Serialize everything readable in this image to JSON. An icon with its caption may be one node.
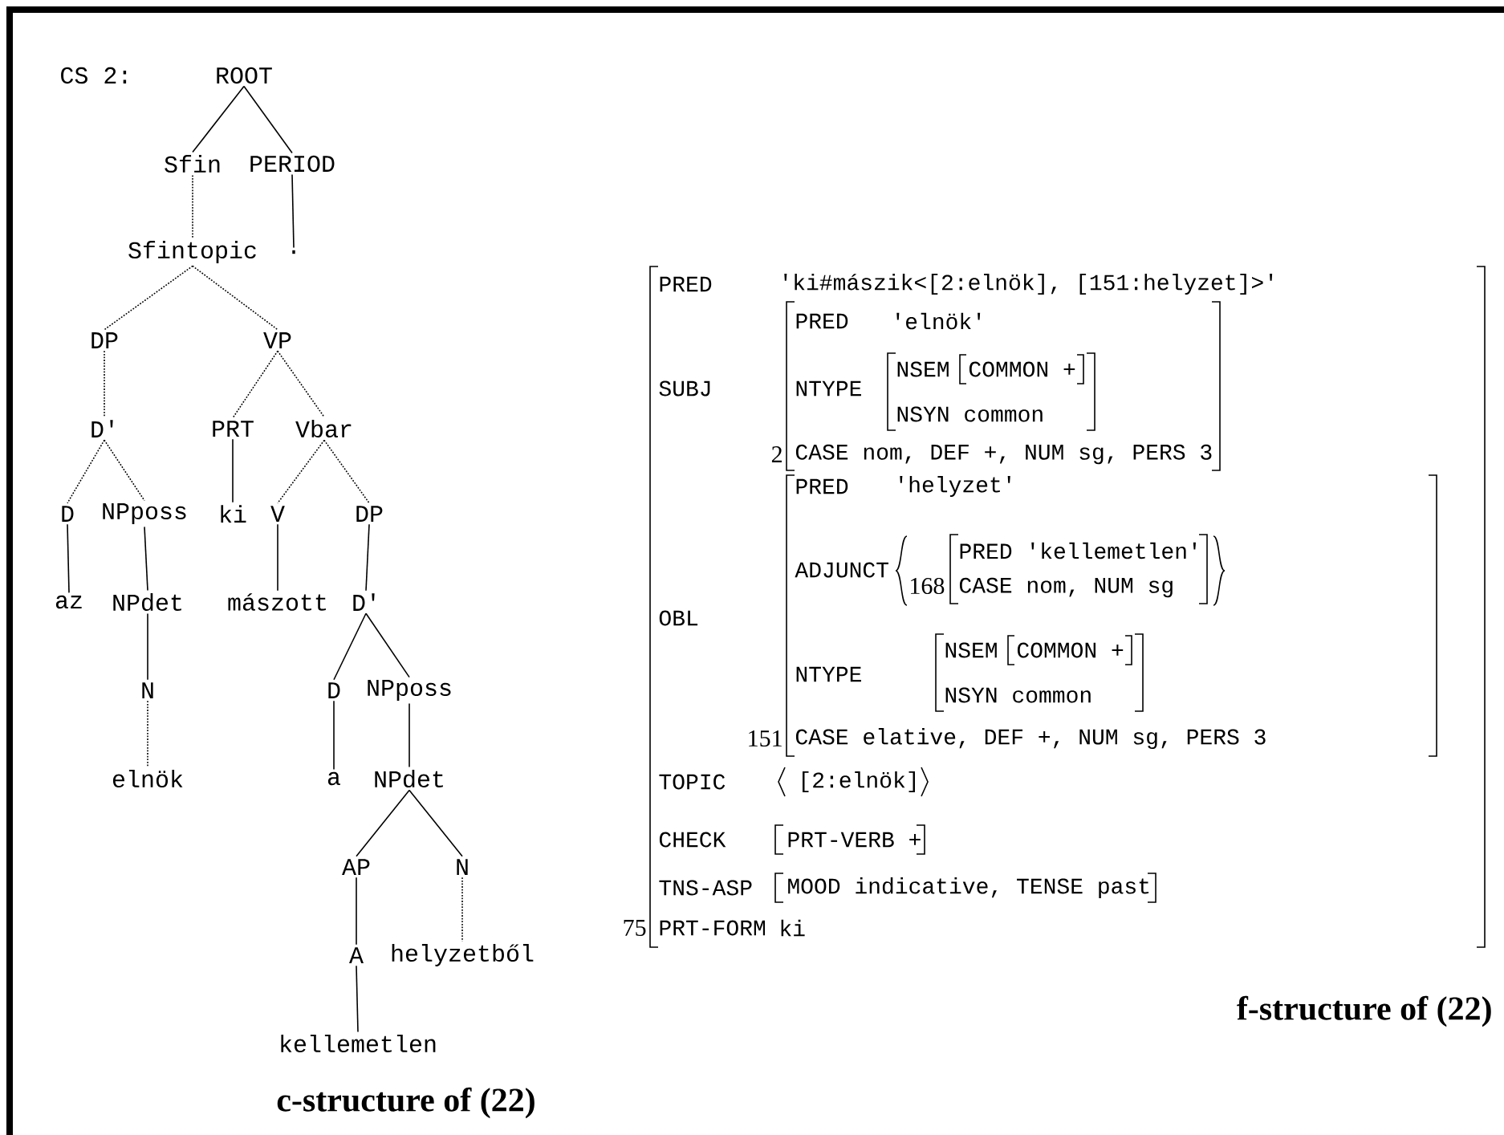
{
  "diagram": {
    "nodes": [
      {
        "text": [
          "ROOT"
        ]
      },
      {
        "text": [
          "Sfin"
        ]
      },
      {
        "text": [
          "PERIOD"
        ]
      },
      {
        "text": [
          "Sfintopic"
        ]
      },
      {
        "text": [
          "."
        ]
      },
      {
        "text": [
          "DP"
        ]
      },
      {
        "text": [
          "VP"
        ]
      },
      {
        "text": [
          "D'"
        ]
      },
      {
        "text": [
          "PRT"
        ]
      },
      {
        "text": [
          "Vbar"
        ]
      },
      {
        "text": [
          "D"
        ]
      },
      {
        "text": [
          "NPposs"
        ]
      },
      {
        "text": [
          "ki"
        ]
      },
      {
        "text": [
          "V"
        ]
      },
      {
        "text": [
          "DP"
        ]
      },
      {
        "text": [
          "az"
        ]
      },
      {
        "text": [
          "NPdet"
        ]
      },
      {
        "text": [
          "mászott"
        ]
      },
      {
        "text": [
          "D'"
        ]
      },
      {
        "text": [
          "N"
        ]
      },
      {
        "text": [
          "D"
        ]
      },
      {
        "text": [
          "NPposs"
        ]
      },
      {
        "text": [
          "elnök"
        ]
      },
      {
        "text": [
          "a"
        ]
      },
      {
        "text": [
          "NPdet"
        ]
      },
      {
        "text": [
          "AP"
        ]
      },
      {
        "text": [
          "N"
        ]
      },
      {
        "text": [
          "A"
        ]
      },
      {
        "text": [
          "helyzetből"
        ]
      },
      {
        "text": [
          "kellemetlen"
        ]
      }
    ],
    "edges": [
      {
        "from": 0,
        "to": 1,
        "arrow": "none"
      },
      {
        "from": 0,
        "to": 2,
        "arrow": "none"
      },
      {
        "from": 1,
        "to": 3,
        "arrow": "none",
        "style": "dashed"
      },
      {
        "from": 2,
        "to": 4,
        "arrow": "none"
      },
      {
        "from": 3,
        "to": 5,
        "arrow": "none",
        "style": "dashed"
      },
      {
        "from": 3,
        "to": 6,
        "arrow": "none",
        "style": "dashed"
      },
      {
        "from": 5,
        "to": 7,
        "arrow": "none",
        "style": "dashed"
      },
      {
        "from": 6,
        "to": 8,
        "arrow": "none",
        "style": "dashed"
      },
      {
        "from": 6,
        "to": 9,
        "arrow": "none",
        "style": "dashed"
      },
      {
        "from": 7,
        "to": 10,
        "arrow": "none",
        "style": "dashed"
      },
      {
        "from": 7,
        "to": 11,
        "arrow": "none",
        "style": "dashed"
      },
      {
        "from": 8,
        "to": 12,
        "arrow": "none"
      },
      {
        "from": 9,
        "to": 13,
        "arrow": "none",
        "style": "dashed"
      },
      {
        "from": 9,
        "to": 14,
        "arrow": "none",
        "style": "dashed"
      },
      {
        "from": 10,
        "to": 15,
        "arrow": "none"
      },
      {
        "from": 11,
        "to": 16,
        "arrow": "none"
      },
      {
        "from": 13,
        "to": 17,
        "arrow": "none"
      },
      {
        "from": 14,
        "to": 18,
        "arrow": "none"
      },
      {
        "from": 16,
        "to": 19,
        "arrow": "none"
      },
      {
        "from": 19,
        "to": 22,
        "arrow": "none",
        "style": "dashed"
      },
      {
        "from": 18,
        "to": 20,
        "arrow": "none"
      },
      {
        "from": 18,
        "to": 21,
        "arrow": "none"
      },
      {
        "from": 20,
        "to": 23,
        "arrow": "none"
      },
      {
        "from": 21,
        "to": 24,
        "arrow": "none"
      },
      {
        "from": 24,
        "to": 25,
        "arrow": "none"
      },
      {
        "from": 24,
        "to": 26,
        "arrow": "none"
      },
      {
        "from": 25,
        "to": 27,
        "arrow": "none"
      },
      {
        "from": 26,
        "to": 28,
        "arrow": "none",
        "style": "dashed"
      },
      {
        "from": 27,
        "to": 29,
        "arrow": "none"
      }
    ],
    "labels": [
      "CS 2:",
      "PRED",
      "'ki#mászik<[2:elnök], [151:helyzet]>'",
      "PRED",
      "'elnök'",
      "SUBJ",
      "NTYPE",
      "NSEM",
      "COMMON +",
      "NSYN common",
      "2",
      "CASE nom, DEF +, NUM sg, PERS 3",
      "PRED",
      "'helyzet'",
      "ADJUNCT",
      "PRED 'kellemetlen'",
      "168",
      "CASE nom, NUM sg",
      "OBL",
      "NTYPE",
      "NSEM",
      "COMMON +",
      "NSYN common",
      "151",
      "CASE elative, DEF +, NUM sg, PERS 3",
      "TOPIC",
      "[2:elnök]",
      "CHECK",
      "PRT-VERB +",
      "TNS-ASP",
      "MOOD indicative, TENSE past",
      "75",
      "PRT-FORM",
      "ki",
      "f-structure of (22)",
      "c-structure of (22)"
    ]
  }
}
